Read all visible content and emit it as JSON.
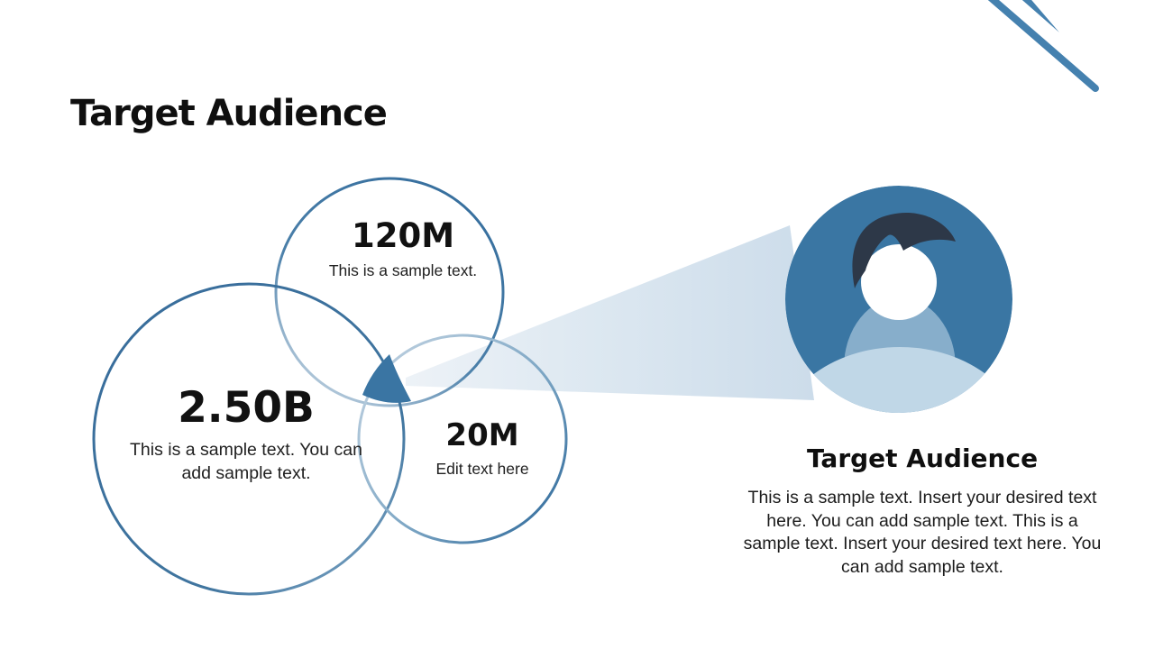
{
  "slide": {
    "title": "Target Audience"
  },
  "venn": {
    "circles": [
      {
        "id": "top",
        "value": "120M",
        "caption": "This is a sample text."
      },
      {
        "id": "left",
        "value": "2.50B",
        "caption": "This is a sample text. You can add sample text."
      },
      {
        "id": "right",
        "value": "20M",
        "caption": "Edit text here"
      }
    ],
    "overlap_highlighted": true
  },
  "audience": {
    "heading": "Target Audience",
    "description": "This is a sample text. Insert your desired text here. You can add sample text. This is a sample text. Insert your desired text here. You can add sample text."
  },
  "icons": {
    "avatar": "person-avatar-icon",
    "decoration": "diagonal-accent-lines"
  },
  "colors": {
    "accent_blue": "#3a76a3",
    "circle_stroke_dark": "#3b729f",
    "circle_stroke_light": "#bccfdf",
    "beam_light": "#dde8f1",
    "avatar_body": "#c0d7e7",
    "avatar_neck": "#87aecb",
    "avatar_hair": "#2d3848",
    "decor_line": "#4581af",
    "text_dark": "#111111"
  }
}
